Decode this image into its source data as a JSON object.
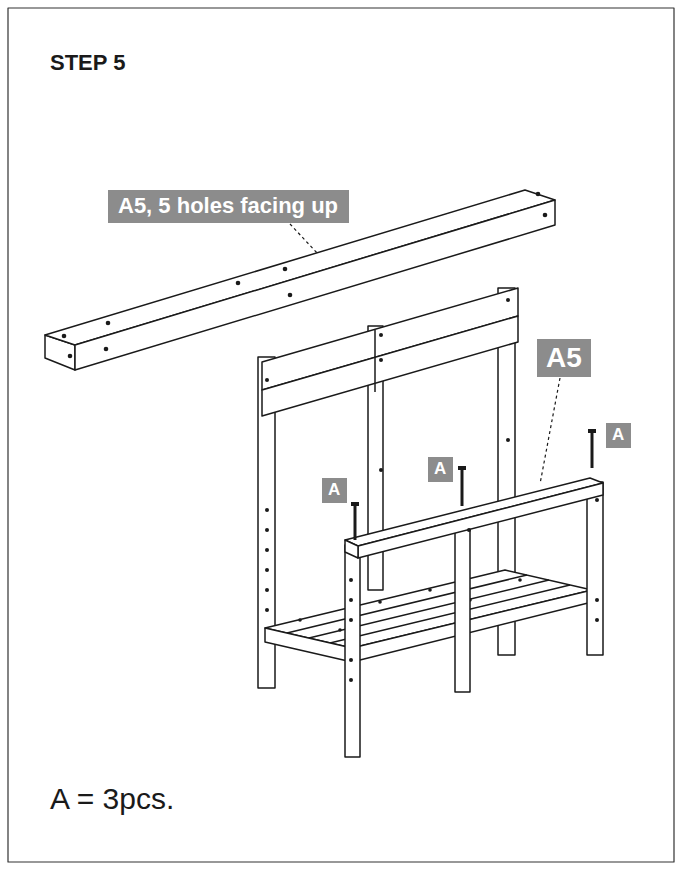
{
  "diagram": {
    "title": "STEP 5",
    "caption": "A = 3pcs.",
    "nodes": [
      {
        "text": [
          "A5, 5 holes facing up"
        ]
      },
      {
        "text": [
          "A5"
        ]
      },
      {
        "text": [
          "A"
        ]
      },
      {
        "text": [
          "A"
        ]
      },
      {
        "text": [
          "A"
        ]
      }
    ]
  }
}
